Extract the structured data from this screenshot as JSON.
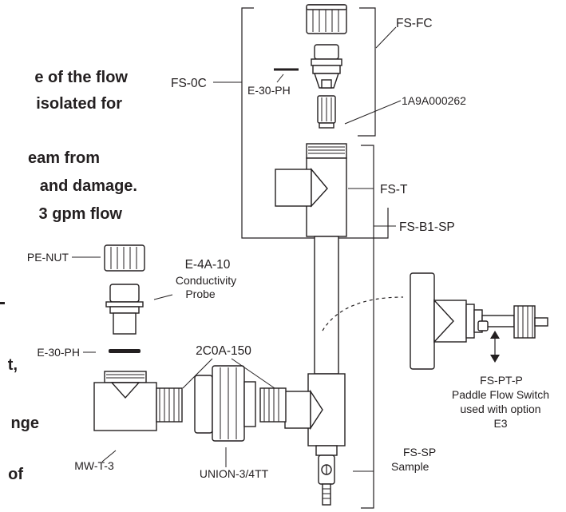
{
  "body_text": [
    "e of the flow",
    "isolated for",
    "eam from",
    "and damage.",
    "3 gpm flow",
    "t,",
    "nge",
    "of"
  ],
  "labels": {
    "fs_fc": "FS-FC",
    "fs_0c": "FS-0C",
    "e30ph_top": "E-30-PH",
    "part_1a9a": "1A9A000262",
    "fs_t": "FS-T",
    "fs_b1_sp": "FS-B1-SP",
    "pe_nut": "PE-NUT",
    "e4a10": "E-4A-10",
    "conductivity": "Conductivity",
    "probe": "Probe",
    "e30ph_left": "E-30-PH",
    "c2c0a": "2C0A-150",
    "mw_t3": "MW-T-3",
    "union": "UNION-3/4TT",
    "fs_pt_p": "FS-PT-P",
    "paddle_1": "Paddle Flow Switch",
    "paddle_2": "used with option",
    "paddle_3": "E3",
    "fs_sp": "FS-SP",
    "sample": "Sample"
  }
}
